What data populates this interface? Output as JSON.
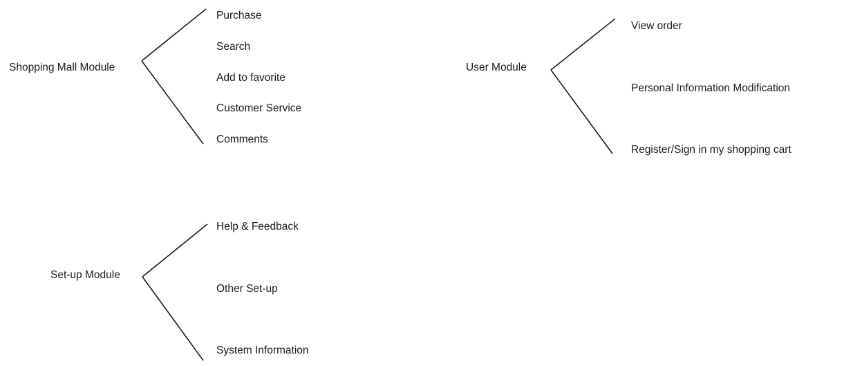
{
  "diagram": {
    "modules": [
      {
        "label": "Shopping Mall Module",
        "items": [
          "Purchase",
          "Search",
          "Add to favorite",
          "Customer Service",
          "Comments"
        ]
      },
      {
        "label": "User Module",
        "items": [
          "View order",
          "Personal Information Modification",
          "Register/Sign in my shopping cart"
        ]
      },
      {
        "label": "Set-up Module",
        "items": [
          "Help & Feedback",
          "Other Set-up",
          "System Information"
        ]
      }
    ],
    "colors": {
      "line": "#1a1a1a",
      "text": "#1a1a1a",
      "background": "#ffffff"
    }
  }
}
